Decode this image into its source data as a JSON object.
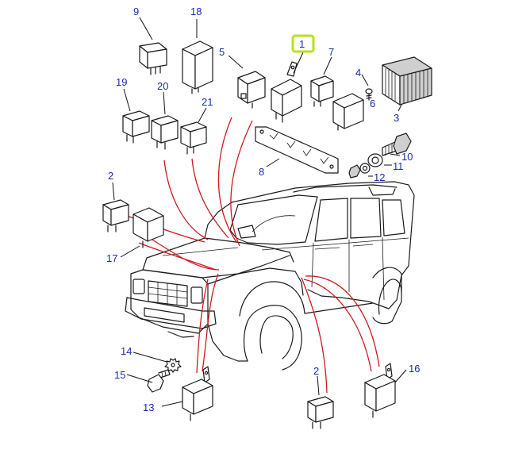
{
  "diagram": {
    "highlight_color": "#b7e31b",
    "callout_color": "#1c2bb5",
    "wire_color": "#d0191f",
    "callouts": [
      {
        "id": "c9",
        "text": "9"
      },
      {
        "id": "c18",
        "text": "18"
      },
      {
        "id": "c1",
        "text": "1"
      },
      {
        "id": "c5",
        "text": "5"
      },
      {
        "id": "c7",
        "text": "7"
      },
      {
        "id": "c4",
        "text": "4"
      },
      {
        "id": "c6",
        "text": "6"
      },
      {
        "id": "c3",
        "text": "3"
      },
      {
        "id": "c19",
        "text": "19"
      },
      {
        "id": "c20",
        "text": "20"
      },
      {
        "id": "c21",
        "text": "21"
      },
      {
        "id": "c10",
        "text": "10"
      },
      {
        "id": "c11",
        "text": "11"
      },
      {
        "id": "c12",
        "text": "12"
      },
      {
        "id": "c8",
        "text": "8"
      },
      {
        "id": "c2a",
        "text": "2"
      },
      {
        "id": "c17",
        "text": "17"
      },
      {
        "id": "c14",
        "text": "14"
      },
      {
        "id": "c15",
        "text": "15"
      },
      {
        "id": "c13",
        "text": "13"
      },
      {
        "id": "c2b",
        "text": "2"
      },
      {
        "id": "c16",
        "text": "16"
      }
    ]
  }
}
